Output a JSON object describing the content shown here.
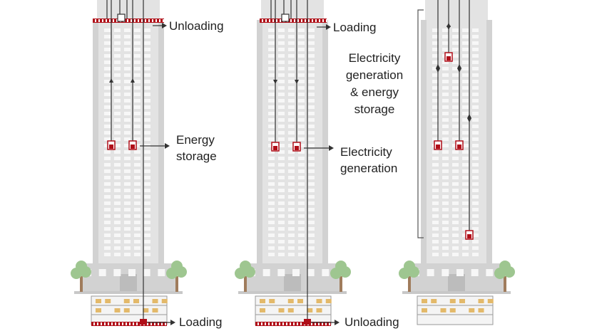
{
  "colors": {
    "building": "#e3e3e3",
    "building_dark": "#d2d2d2",
    "window": "#f7f7f7",
    "accent_red": "#b00e18",
    "cable": "#333333",
    "tree": "#9ec690",
    "trunk": "#a07c5c",
    "basement": "#f4f4f4",
    "cargo": "#e3b96a",
    "text": "#222222"
  },
  "panels": [
    {
      "top_label": "Unloading",
      "mid_label_lines": [
        "Energy",
        "storage"
      ],
      "bottom_label": "Loading"
    },
    {
      "top_label": "Loading",
      "mid_label_lines": [
        "Electricity",
        "generation"
      ],
      "bottom_label": "Unloading"
    },
    {
      "side_label_lines": [
        "Electricity",
        "generation",
        "& energy",
        "storage"
      ]
    }
  ]
}
